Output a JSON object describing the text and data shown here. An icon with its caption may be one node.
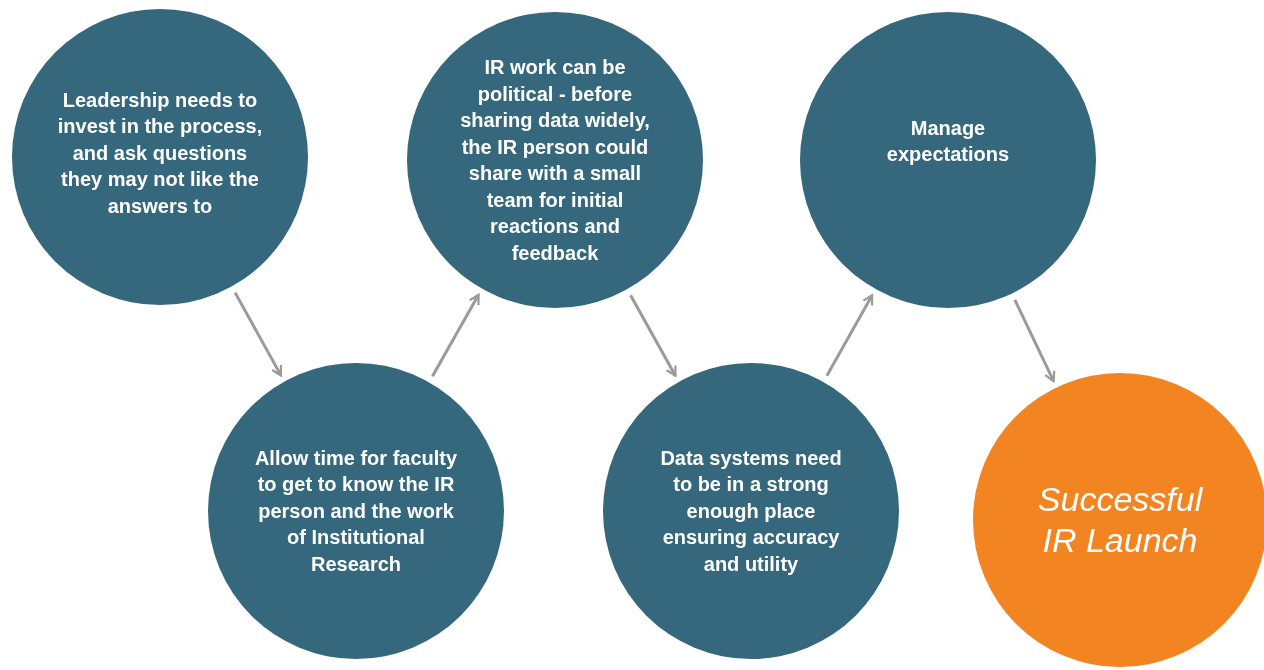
{
  "diagram": {
    "nodes": [
      {
        "text": [
          "Leadership needs to invest in the process, and ask questions they may not like the answers to"
        ]
      },
      {
        "text": [
          "Allow time for faculty to get to know the IR person and the work of Institutional Research"
        ]
      },
      {
        "text": [
          "IR work can be political - before sharing data widely, the IR person could share with a small team for initial reactions and feedback"
        ]
      },
      {
        "text": [
          "Data systems need to be in a strong enough place ensuring accuracy and utility"
        ]
      },
      {
        "text": [
          "Manage expectations"
        ]
      },
      {
        "text": [
          "Successful IR Launch"
        ]
      }
    ],
    "edges": [
      {
        "from": 0,
        "to": 1,
        "arrow": "to"
      },
      {
        "from": 1,
        "to": 2,
        "arrow": "to"
      },
      {
        "from": 2,
        "to": 3,
        "arrow": "to"
      },
      {
        "from": 3,
        "to": 4,
        "arrow": "to"
      },
      {
        "from": 4,
        "to": 5,
        "arrow": "to"
      }
    ]
  }
}
